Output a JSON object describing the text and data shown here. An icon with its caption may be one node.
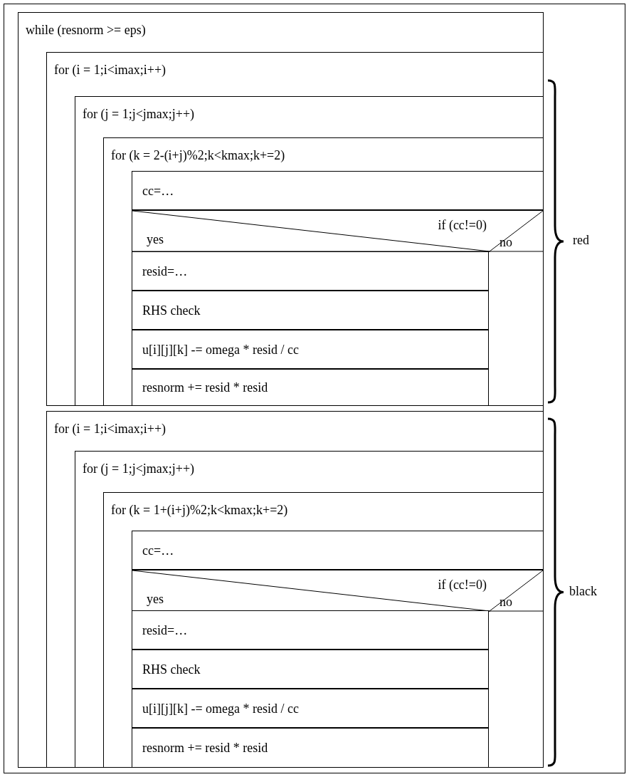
{
  "diagram": {
    "nodes": [
      {
        "text": [
          "while (resnorm >= eps)"
        ]
      },
      {
        "text": [
          "for (i = 1;i<imax;i++)"
        ],
        "in": 0
      },
      {
        "text": [
          "for (j = 1;j<jmax;j++)"
        ],
        "in": 1
      },
      {
        "text": [
          "for (k = 2-(i+j)%2;k<kmax;k+=2)"
        ],
        "in": 2
      },
      {
        "text": [
          "cc=…"
        ],
        "in": 3
      },
      {
        "text": [
          "if (cc!=0)",
          "yes",
          "no"
        ],
        "in": 3
      },
      {
        "text": [
          "resid=…"
        ],
        "in": 5
      },
      {
        "text": [
          "RHS check"
        ],
        "in": 5
      },
      {
        "text": [
          "u[i][j][k] -= omega * resid / cc"
        ],
        "in": 5
      },
      {
        "text": [
          "resnorm += resid * resid"
        ],
        "in": 5
      },
      {
        "text": [
          "for (i = 1;i<imax;i++)"
        ],
        "in": 0
      },
      {
        "text": [
          "for (j = 1;j<jmax;j++)"
        ],
        "in": 10
      },
      {
        "text": [
          "for (k = 1+(i+j)%2;k<kmax;k+=2)"
        ],
        "in": 11
      },
      {
        "text": [
          "cc=…"
        ],
        "in": 12
      },
      {
        "text": [
          "if (cc!=0)",
          "yes",
          "no"
        ],
        "in": 12
      },
      {
        "text": [
          "resid=…"
        ],
        "in": 14
      },
      {
        "text": [
          "RHS check"
        ],
        "in": 14
      },
      {
        "text": [
          "u[i][j][k] -= omega * resid / cc"
        ],
        "in": 14
      },
      {
        "text": [
          "resnorm += resid * resid"
        ],
        "in": 14
      }
    ],
    "labels": [
      "red",
      "black"
    ]
  }
}
